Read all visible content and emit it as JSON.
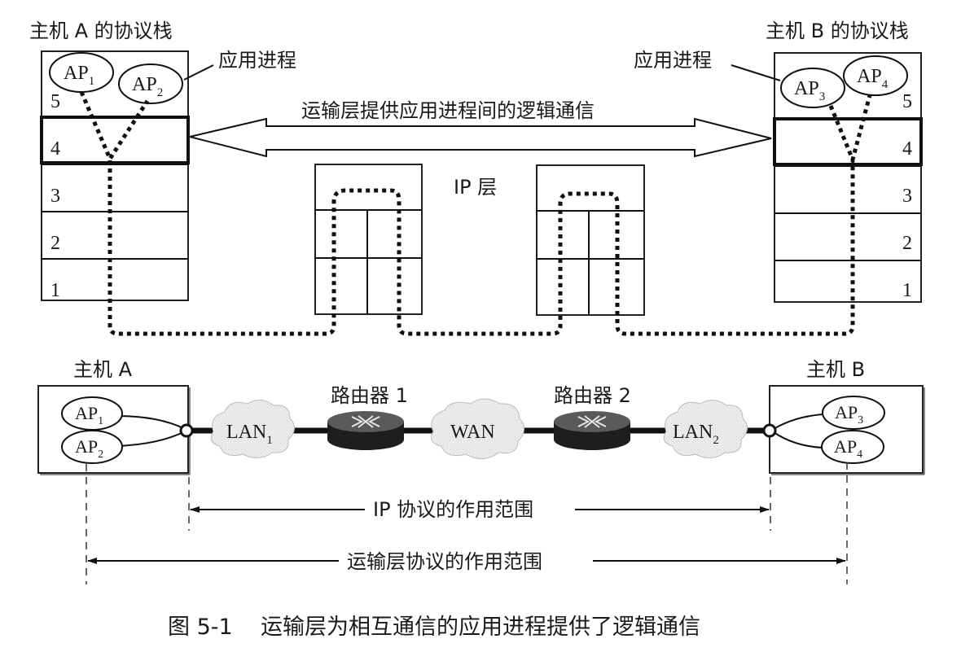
{
  "stackA": {
    "title": "主机 A 的协议栈",
    "layers": [
      "5",
      "4",
      "3",
      "2",
      "1"
    ],
    "processes": [
      {
        "name": "AP",
        "sub": "1"
      },
      {
        "name": "AP",
        "sub": "2"
      }
    ],
    "process_callout": "应用进程"
  },
  "stackB": {
    "title": "主机 B 的协议栈",
    "layers": [
      "5",
      "4",
      "3",
      "2",
      "1"
    ],
    "processes": [
      {
        "name": "AP",
        "sub": "3"
      },
      {
        "name": "AP",
        "sub": "4"
      }
    ],
    "process_callout": "应用进程"
  },
  "transport_arrow_label": "运输层提供应用进程间的逻辑通信",
  "ip_layer_label": "IP 层",
  "network": {
    "hostA": {
      "label": "主机 A",
      "processes": [
        {
          "name": "AP",
          "sub": "1"
        },
        {
          "name": "AP",
          "sub": "2"
        }
      ]
    },
    "hostB": {
      "label": "主机 B",
      "processes": [
        {
          "name": "AP",
          "sub": "3"
        },
        {
          "name": "AP",
          "sub": "4"
        }
      ]
    },
    "lan1": {
      "name": "LAN",
      "sub": "1"
    },
    "wan": {
      "name": "WAN"
    },
    "lan2": {
      "name": "LAN",
      "sub": "2"
    },
    "router1": {
      "label": "路由器 1"
    },
    "router2": {
      "label": "路由器 2"
    }
  },
  "scopes": {
    "ip": "IP 协议的作用范围",
    "transport": "运输层协议的作用范围"
  },
  "caption": {
    "number": "图 5-1",
    "text": "运输层为相互通信的应用进程提供了逻辑通信"
  },
  "colors": {
    "ink": "#111111",
    "cloud": "#e6e6e6",
    "router_top": "#555555",
    "router_side": "#1e1e1e"
  }
}
